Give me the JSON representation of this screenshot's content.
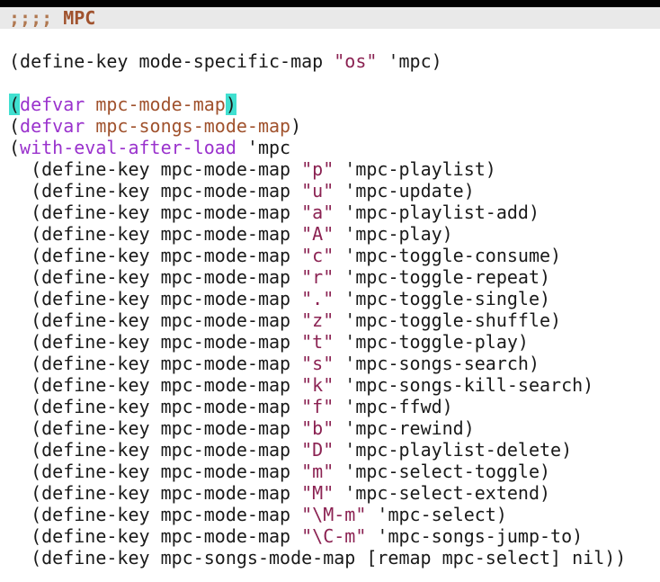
{
  "editor": {
    "heading": {
      "semicolons": ";;;; ",
      "text": "MPC"
    },
    "global_key": {
      "prefix": "(define-key mode-specific-map ",
      "key": "\"os\"",
      "command": " 'mpc)"
    },
    "defvars": [
      {
        "open": "(",
        "kw": "defvar",
        "name": "mpc-mode-map",
        "close": ")"
      },
      {
        "open": "(",
        "kw": "defvar",
        "name": "mpc-songs-mode-map",
        "close": ")"
      }
    ],
    "eval_after_load": {
      "open": "(",
      "kw": "with-eval-after-load",
      "rest": " 'mpc"
    },
    "bindings": [
      {
        "prefix": "  (define-key mpc-mode-map ",
        "key": "\"p\"",
        "command": " 'mpc-playlist)"
      },
      {
        "prefix": "  (define-key mpc-mode-map ",
        "key": "\"u\"",
        "command": " 'mpc-update)"
      },
      {
        "prefix": "  (define-key mpc-mode-map ",
        "key": "\"a\"",
        "command": " 'mpc-playlist-add)"
      },
      {
        "prefix": "  (define-key mpc-mode-map ",
        "key": "\"A\"",
        "command": " 'mpc-play)"
      },
      {
        "prefix": "  (define-key mpc-mode-map ",
        "key": "\"c\"",
        "command": " 'mpc-toggle-consume)"
      },
      {
        "prefix": "  (define-key mpc-mode-map ",
        "key": "\"r\"",
        "command": " 'mpc-toggle-repeat)"
      },
      {
        "prefix": "  (define-key mpc-mode-map ",
        "key": "\".\"",
        "command": " 'mpc-toggle-single)"
      },
      {
        "prefix": "  (define-key mpc-mode-map ",
        "key": "\"z\"",
        "command": " 'mpc-toggle-shuffle)"
      },
      {
        "prefix": "  (define-key mpc-mode-map ",
        "key": "\"t\"",
        "command": " 'mpc-toggle-play)"
      },
      {
        "prefix": "  (define-key mpc-mode-map ",
        "key": "\"s\"",
        "command": " 'mpc-songs-search)"
      },
      {
        "prefix": "  (define-key mpc-mode-map ",
        "key": "\"k\"",
        "command": " 'mpc-songs-kill-search)"
      },
      {
        "prefix": "  (define-key mpc-mode-map ",
        "key": "\"f\"",
        "command": " 'mpc-ffwd)"
      },
      {
        "prefix": "  (define-key mpc-mode-map ",
        "key": "\"b\"",
        "command": " 'mpc-rewind)"
      },
      {
        "prefix": "  (define-key mpc-mode-map ",
        "key": "\"D\"",
        "command": " 'mpc-playlist-delete)"
      },
      {
        "prefix": "  (define-key mpc-mode-map ",
        "key": "\"m\"",
        "command": " 'mpc-select-toggle)"
      },
      {
        "prefix": "  (define-key mpc-mode-map ",
        "key": "\"M\"",
        "command": " 'mpc-select-extend)"
      },
      {
        "prefix": "  (define-key mpc-mode-map ",
        "key": "\"\\M-m\"",
        "command": " 'mpc-select)"
      },
      {
        "prefix": "  (define-key mpc-mode-map ",
        "key": "\"\\C-m\"",
        "command": " 'mpc-songs-jump-to)"
      }
    ],
    "remap_line": "  (define-key mpc-songs-mode-map [remap mpc-select] nil))"
  }
}
